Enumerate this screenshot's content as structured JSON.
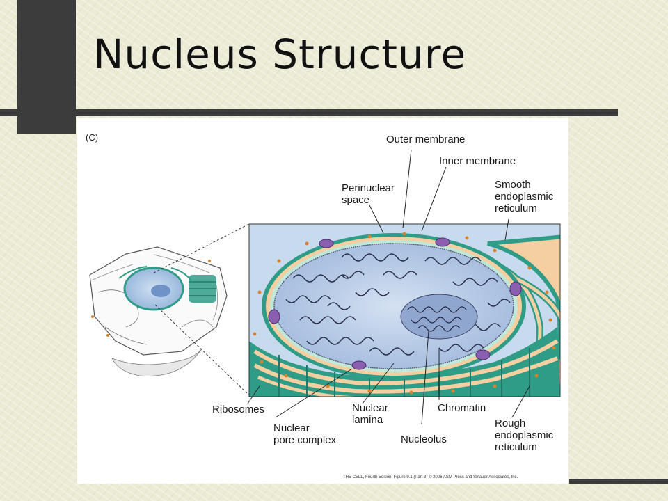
{
  "slide": {
    "title": "Nucleus Structure"
  },
  "figure": {
    "panel_label": "(C)",
    "labels": {
      "outer_membrane": "Outer membrane",
      "inner_membrane": "Inner membrane",
      "perinuclear_space": "Perinuclear\nspace",
      "smooth_er": "Smooth\nendoplasmic\nreticulum",
      "ribosomes": "Ribosomes",
      "nuclear_lamina": "Nuclear\nlamina",
      "chromatin": "Chromatin",
      "nuclear_pore_complex": "Nuclear\npore complex",
      "nucleolus": "Nucleolus",
      "rough_er": "Rough\nendoplasmic\nreticulum"
    },
    "credit": "THE CELL, Fourth Edition, Figure 9.1 (Part 3)  © 2006 ASM Press and Sinauer Associates, Inc."
  },
  "colors": {
    "background": "#ecebd6",
    "dark_bar": "#3c3c3c",
    "nucleoplasm": "#b9cbe6",
    "membrane_teal": "#2f9c87",
    "membrane_light": "#bfe7da",
    "er_tan": "#f3cfa2",
    "pore_purple": "#8a5fb0",
    "ribosome_orange": "#d9822b"
  }
}
